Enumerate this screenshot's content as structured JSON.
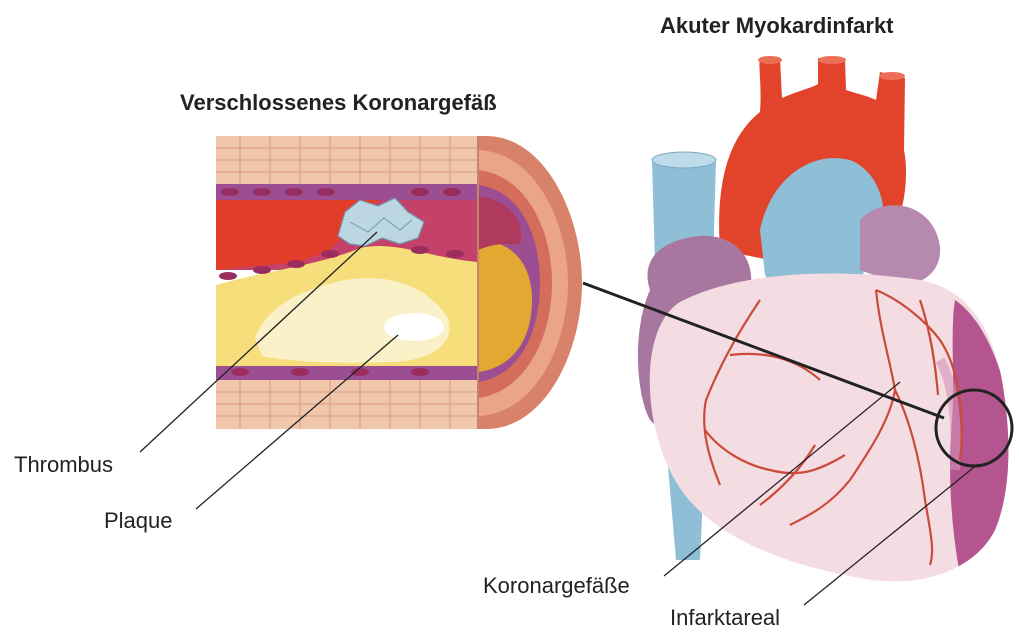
{
  "titles": {
    "vessel": "Verschlossenes Koronargefäß",
    "heart": "Akuter Myokardinfarkt"
  },
  "labels": {
    "thrombus": "Thrombus",
    "plaque": "Plaque",
    "coronary_vessels": "Koronargefäße",
    "infarct_area": "Infarktareal"
  },
  "colors": {
    "background": "#ffffff",
    "text": "#222222",
    "aorta": "#e2442b",
    "vena_cava": "#8ebfd7",
    "myocardium": "#f3dde3",
    "infarct": "#b4558f",
    "coronary_arteries": "#cc4a3a",
    "atrium": "#a7779f",
    "plaque_yellow": "#f6df7a",
    "plaque_core": "#fbf1c8",
    "vessel_wall": "#f1c7ac",
    "endothelium": "#9b4f92",
    "thrombus": "#bcd6e2",
    "blood": "#e23d2a"
  }
}
